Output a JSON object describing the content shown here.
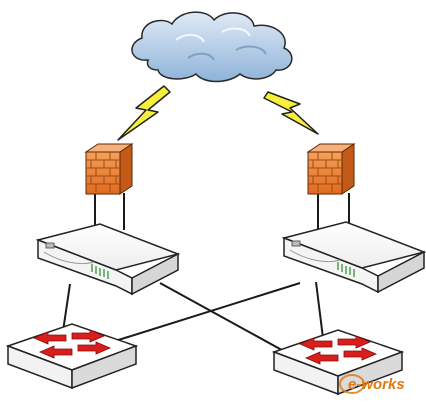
{
  "diagram": {
    "nodes": [
      {
        "id": "internet",
        "kind": "cloud",
        "icon": "cloud-icon"
      },
      {
        "id": "link-left",
        "kind": "wireless-link",
        "icon": "lightning-bolt-icon"
      },
      {
        "id": "link-right",
        "kind": "wireless-link",
        "icon": "lightning-bolt-icon"
      },
      {
        "id": "firewall-left",
        "kind": "firewall",
        "icon": "brick-wall-icon"
      },
      {
        "id": "firewall-right",
        "kind": "firewall",
        "icon": "brick-wall-icon"
      },
      {
        "id": "router-left",
        "kind": "router",
        "icon": "router-icon"
      },
      {
        "id": "router-right",
        "kind": "router",
        "icon": "router-icon"
      },
      {
        "id": "switch-left",
        "kind": "switch",
        "icon": "switch-icon"
      },
      {
        "id": "switch-right",
        "kind": "switch",
        "icon": "switch-icon"
      }
    ],
    "edges": [
      [
        "firewall-left",
        "router-left"
      ],
      [
        "firewall-right",
        "router-right"
      ],
      [
        "router-left",
        "switch-left"
      ],
      [
        "router-left",
        "switch-right"
      ],
      [
        "router-right",
        "switch-left"
      ],
      [
        "router-right",
        "switch-right"
      ]
    ]
  },
  "colors": {
    "cloud": "#8fb3d9",
    "bolt": "#f6f03a",
    "firewall": "#f08a3c",
    "switch_arrows": "#d91e1e",
    "watermark": "#e07a10"
  },
  "watermark": {
    "text": "e-works"
  }
}
